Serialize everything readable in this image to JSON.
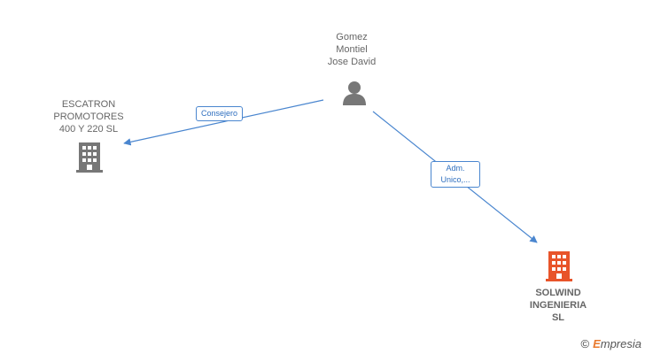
{
  "nodes": {
    "person": {
      "label": "Gomez\nMontiel\nJose David",
      "icon": "person-icon",
      "color": "#777777"
    },
    "company_a": {
      "label": "ESCATRON\nPROMOTORES\n400 Y 220  SL",
      "icon": "building-icon",
      "color": "#777777"
    },
    "company_b": {
      "label": "SOLWIND\nINGENIERIA\nSL",
      "icon": "building-icon",
      "color": "#e8542a"
    }
  },
  "edges": {
    "to_company_a": {
      "label": "Consejero"
    },
    "to_company_b": {
      "label": "Adm.\nUnico,..."
    }
  },
  "colors": {
    "edge": "#4a86cf",
    "edge_text": "#2f6fbf"
  },
  "brand": {
    "copyright": "©",
    "prefix": "E",
    "name": "mpresia"
  }
}
